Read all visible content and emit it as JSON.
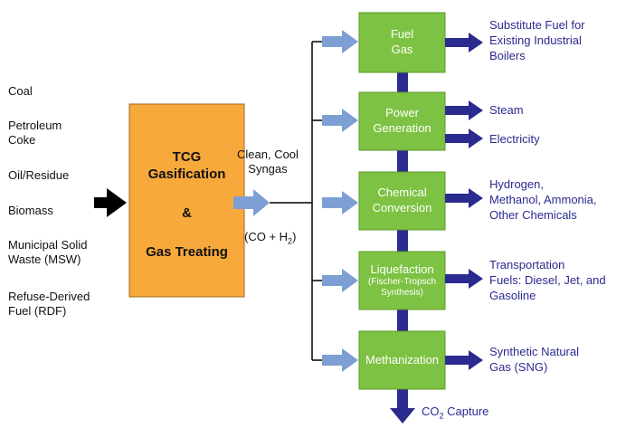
{
  "feedstocks": [
    "Coal",
    "Petroleum\nCoke",
    "Oil/Residue",
    "Biomass",
    "Municipal Solid\nWaste (MSW)",
    "Refuse-Derived\nFuel (RDF)"
  ],
  "gasifier": {
    "line1": "TCG",
    "line2": "Gasification",
    "line3": "&",
    "line4": "Gas Treating",
    "fill": "#f8a93b"
  },
  "syngas": {
    "label": "Clean, Cool\nSyngas",
    "formula_prefix": "(CO + H",
    "formula_sub": "2",
    "formula_suffix": ")"
  },
  "processes": [
    {
      "line1": "Fuel",
      "line2": "Gas",
      "sub": ""
    },
    {
      "line1": "Power",
      "line2": "Generation",
      "sub": ""
    },
    {
      "line1": "Chemical",
      "line2": "Conversion",
      "sub": ""
    },
    {
      "line1": "Liquefaction",
      "line2": "",
      "sub": "(Fischer-Tropsch\nSynthesis)"
    },
    {
      "line1": "Methanization",
      "line2": "",
      "sub": ""
    }
  ],
  "outputs": [
    "Substitute Fuel for\nExisting Industrial\nBoilers",
    "Steam",
    "Electricity",
    "Hydrogen,\nMethanol, Ammonia,\nOther Chemicals",
    "Transportation\nFuels: Diesel, Jet, and\nGasoline",
    "Synthetic Natural\nGas (SNG)"
  ],
  "capture": {
    "prefix": "CO",
    "sub": "2",
    "suffix": " Capture"
  },
  "colors": {
    "green": "#7dc242",
    "green_border": "#5a9a2a",
    "navy": "#2b2a8f",
    "light_blue_arrow": "#7d9fd4",
    "orange": "#f8a93b",
    "black": "#000000"
  }
}
